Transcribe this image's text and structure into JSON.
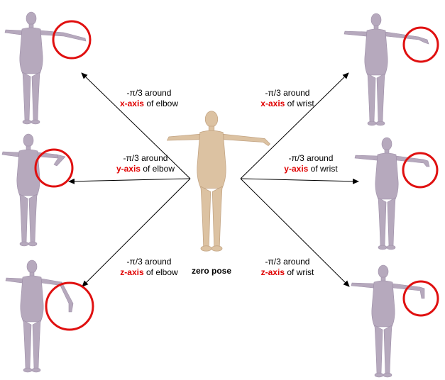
{
  "colors": {
    "posed_figure": "#b6a9bd",
    "posed_figure_shade": "#9e8fa8",
    "zero_pose_figure": "#dcc2a2",
    "zero_pose_shade": "#c2a382",
    "highlight_circle": "#e01010",
    "axis_text": "#e00000",
    "arrow": "#000000"
  },
  "center": {
    "caption": "zero pose"
  },
  "labels": [
    {
      "line1": "-π/3 around",
      "axis": "x-axis",
      "suffix": "of elbow"
    },
    {
      "line1": "-π/3 around",
      "axis": "y-axis",
      "suffix": "of elbow"
    },
    {
      "line1": "-π/3 around",
      "axis": "z-axis",
      "suffix": "of elbow"
    },
    {
      "line1": "-π/3 around",
      "axis": "x-axis",
      "suffix": "of wrist"
    },
    {
      "line1": "-π/3 around",
      "axis": "y-axis",
      "suffix": "of wrist"
    },
    {
      "line1": "-π/3 around",
      "axis": "z-axis",
      "suffix": "of wrist"
    }
  ]
}
